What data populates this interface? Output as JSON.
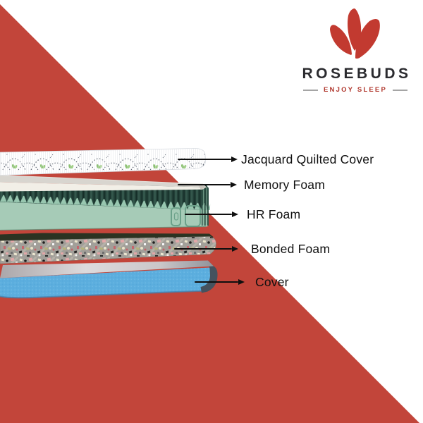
{
  "background": {
    "color": "#FFFFFF",
    "accent_shape": "diagonal-red-triangle",
    "accent_color": "#C2453A"
  },
  "brand": {
    "name": "ROSEBUDS",
    "tagline": "ENJOY SLEEP",
    "logo_icon": "rosebud-flower",
    "logo_color": "#C23A30",
    "name_color": "#2B2B2F",
    "tagline_color": "#B0372D"
  },
  "diagram": {
    "subject": "mattress-exploded-layers",
    "arrow_color": "#0F0F0F",
    "label_color": "#101010",
    "layers": [
      {
        "label": "Jacquard Quilted Cover",
        "graphic": "white-quilted-top-layer",
        "color": "#FFFFFF"
      },
      {
        "label": "Memory Foam",
        "graphic": "thin-ivory-foam-sheet",
        "color": "#F2EFE7"
      },
      {
        "label": "HR Foam",
        "graphic": "green-convoluted-foam-block",
        "color": "#A6CBB7"
      },
      {
        "label": "Bonded Foam",
        "graphic": "speckled-rebonded-foam-block",
        "color": "#A19E98"
      },
      {
        "label": "Cover",
        "graphic": "blue-fabric-base-cover",
        "color": "#5CAEDE"
      }
    ]
  }
}
